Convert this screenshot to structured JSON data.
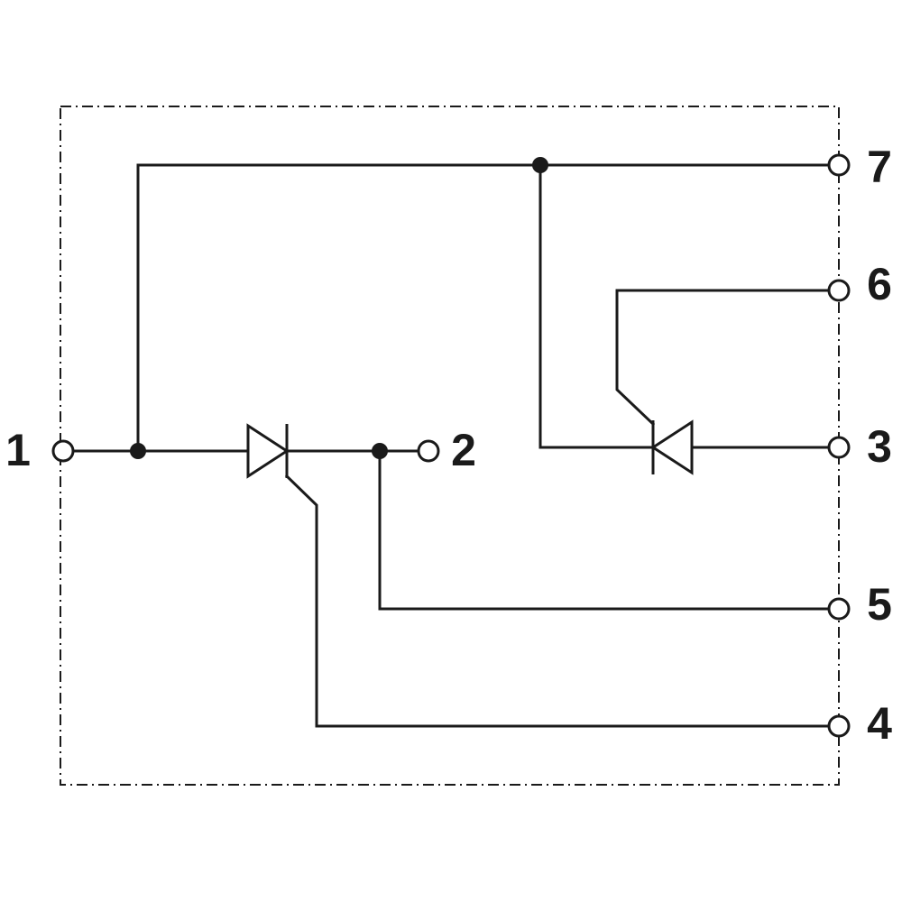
{
  "terminals": [
    {
      "id": "1",
      "label": "1"
    },
    {
      "id": "2",
      "label": "2"
    },
    {
      "id": "3",
      "label": "3"
    },
    {
      "id": "4",
      "label": "4"
    },
    {
      "id": "5",
      "label": "5"
    },
    {
      "id": "6",
      "label": "6"
    },
    {
      "id": "7",
      "label": "7"
    }
  ],
  "components": [
    {
      "type": "thyristor",
      "between": [
        "1",
        "2"
      ],
      "gate": "4",
      "orientation": "right"
    },
    {
      "type": "thyristor",
      "between": [
        "3",
        "7"
      ],
      "gate": "6",
      "orientation": "left"
    }
  ],
  "colors": {
    "line": "#1a1a1a",
    "background": "#ffffff"
  }
}
